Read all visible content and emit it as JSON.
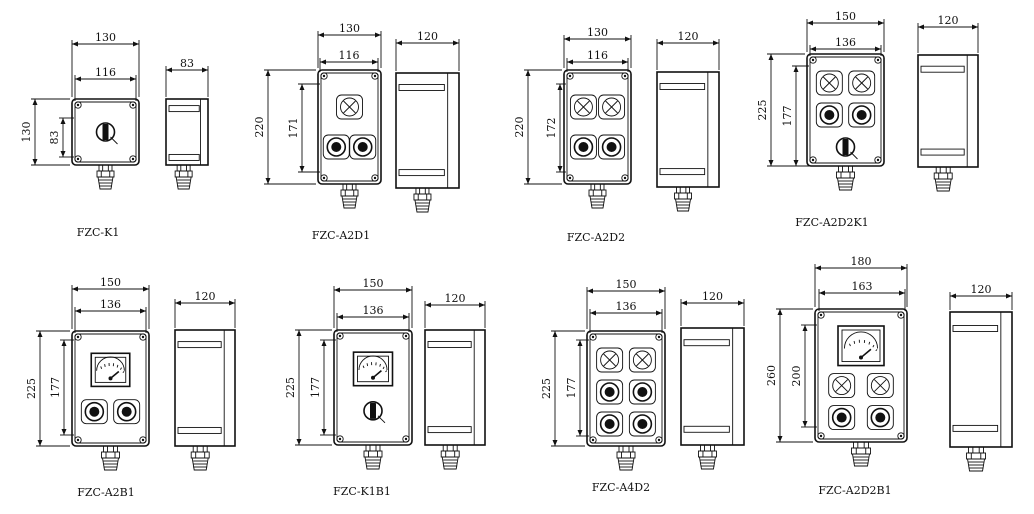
{
  "title": "",
  "models": [
    {
      "id": "k1",
      "name": "FZC-K1",
      "front": {
        "width": "130",
        "inner": "116",
        "height": "130",
        "inner_height": "83"
      },
      "side": {
        "depth": "83"
      },
      "layout": [
        [
          "key"
        ]
      ]
    },
    {
      "id": "a2d1",
      "name": "FZC-A2D1",
      "front": {
        "width": "130",
        "inner": "116",
        "height": "220",
        "inner_height": "171"
      },
      "side": {
        "depth": "120"
      },
      "layout": [
        [
          "lamp"
        ],
        [
          "btn",
          "btn"
        ]
      ]
    },
    {
      "id": "a2d2",
      "name": "FZC-A2D2",
      "front": {
        "width": "130",
        "inner": "116",
        "height": "220",
        "inner_height": "172"
      },
      "side": {
        "depth": "120"
      },
      "layout": [
        [
          "lamp",
          "lamp"
        ],
        [
          "btn",
          "btn"
        ]
      ]
    },
    {
      "id": "a2d2k1",
      "name": "FZC-A2D2K1",
      "front": {
        "width": "150",
        "inner": "136",
        "height": "225",
        "inner_height": "177"
      },
      "side": {
        "depth": "120"
      },
      "layout": [
        [
          "lamp",
          "lamp"
        ],
        [
          "btn",
          "btn"
        ],
        [
          "key"
        ]
      ]
    },
    {
      "id": "a2b1",
      "name": "FZC-A2B1",
      "front": {
        "width": "150",
        "inner": "136",
        "height": "225",
        "inner_height": "177"
      },
      "side": {
        "depth": "120"
      },
      "layout": [
        [
          "meter"
        ],
        [
          "btn",
          "btn"
        ]
      ]
    },
    {
      "id": "k1b1",
      "name": "FZC-K1B1",
      "front": {
        "width": "150",
        "inner": "136",
        "height": "225",
        "inner_height": "177"
      },
      "side": {
        "depth": "120"
      },
      "layout": [
        [
          "meter"
        ],
        [
          "key"
        ]
      ]
    },
    {
      "id": "a4d2",
      "name": "FZC-A4D2",
      "front": {
        "width": "150",
        "inner": "136",
        "height": "225",
        "inner_height": "177"
      },
      "side": {
        "depth": "120"
      },
      "layout": [
        [
          "lamp",
          "lamp"
        ],
        [
          "btn",
          "btn"
        ],
        [
          "btn",
          "btn"
        ]
      ]
    },
    {
      "id": "a2d2b1",
      "name": "FZC-A2D2B1",
      "front": {
        "width": "180",
        "inner": "163",
        "height": "260",
        "inner_height": "200"
      },
      "side": {
        "depth": "120"
      },
      "layout": [
        [
          "meter"
        ],
        [
          "lamp",
          "lamp"
        ],
        [
          "btn",
          "btn"
        ]
      ]
    }
  ]
}
